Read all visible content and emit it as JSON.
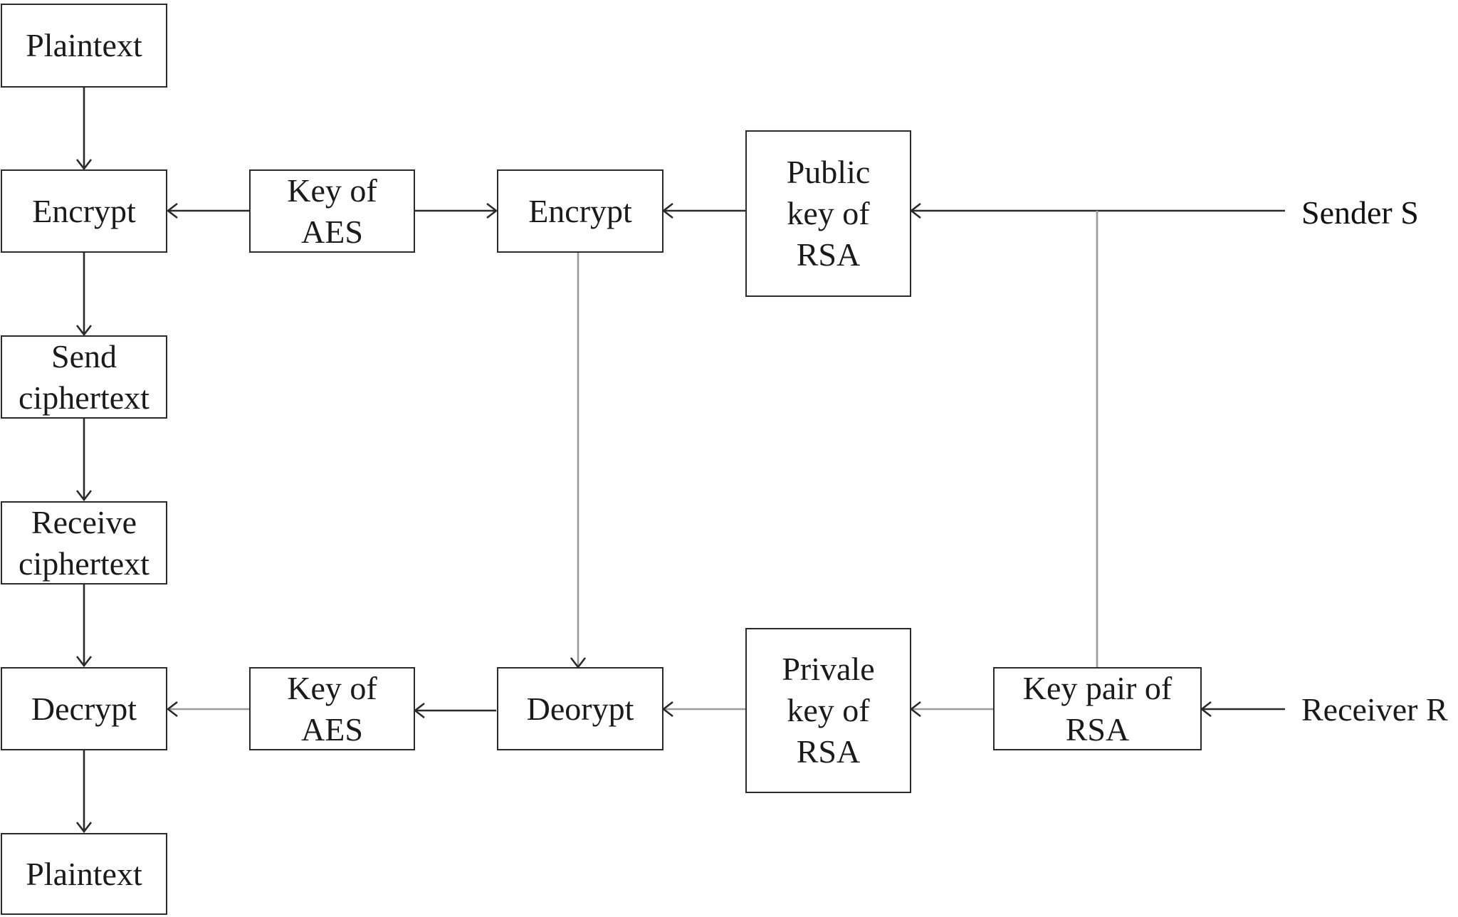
{
  "nodes": {
    "plaintext_top": "Plaintext",
    "encrypt_left": "Encrypt",
    "send_ciphertext": "Send\nciphertext",
    "receive_ciphertext": "Receive\nciphertext",
    "decrypt_left": "Decrypt",
    "plaintext_bottom": "Plaintext",
    "key_aes_top": "Key of\nAES",
    "encrypt_mid": "Encrypt",
    "public_key_rsa": "Public\nkey of\nRSA",
    "key_aes_bottom": "Key of\nAES",
    "decrypt_mid": "Deorypt",
    "private_key_rsa": "Privale\nkey of\nRSA",
    "key_pair_rsa": "Key pair of\nRSA"
  },
  "actors": {
    "sender": "Sender S",
    "receiver": "Receiver R"
  }
}
